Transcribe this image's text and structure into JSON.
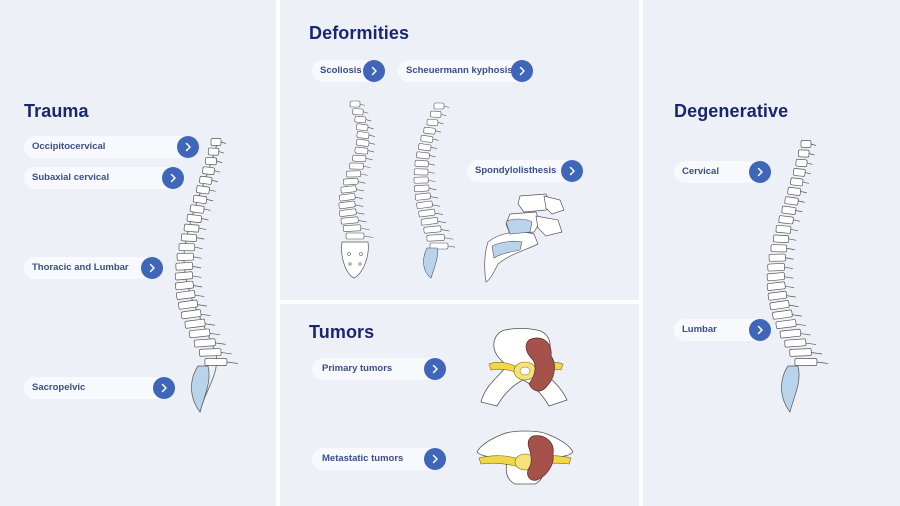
{
  "trauma": {
    "title": "Trauma",
    "items": [
      {
        "label": "Occipitocervical"
      },
      {
        "label": "Subaxial cervical"
      },
      {
        "label": "Thoracic and Lumbar"
      },
      {
        "label": "Sacropelvic"
      }
    ]
  },
  "deformities": {
    "title": "Deformities",
    "items": [
      {
        "label": "Scoliosis"
      },
      {
        "label": "Scheuermann kyphosis"
      },
      {
        "label": "Spondylolisthesis"
      }
    ]
  },
  "tumors": {
    "title": "Tumors",
    "items": [
      {
        "label": "Primary tumors"
      },
      {
        "label": "Metastatic tumors"
      }
    ]
  },
  "degenerative": {
    "title": "Degenerative",
    "items": [
      {
        "label": "Cervical"
      },
      {
        "label": "Lumbar"
      }
    ]
  },
  "colors": {
    "panel_bg": "#edf1f7",
    "title": "#1b2670",
    "link_text": "#3a4e8c",
    "arrow_button": "#3f66b8",
    "disc_blue": "#b9d3ea",
    "spinal_cord": "#f2d64a",
    "tumor": "#a5524a"
  },
  "icons": {
    "arrow": "chevron-right-icon"
  }
}
